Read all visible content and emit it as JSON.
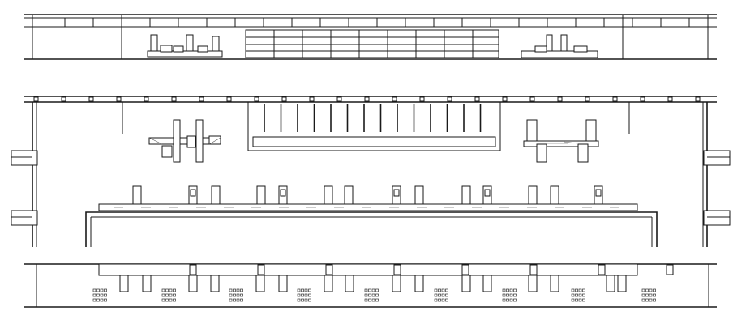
{
  "drawing": {
    "views": [
      {
        "id": "elevation",
        "name": "elevation-view"
      },
      {
        "id": "plan",
        "name": "plan-view"
      },
      {
        "id": "section",
        "name": "section-view"
      }
    ],
    "line_color": "#1a1a1a",
    "paper_color": "#ffffff"
  }
}
